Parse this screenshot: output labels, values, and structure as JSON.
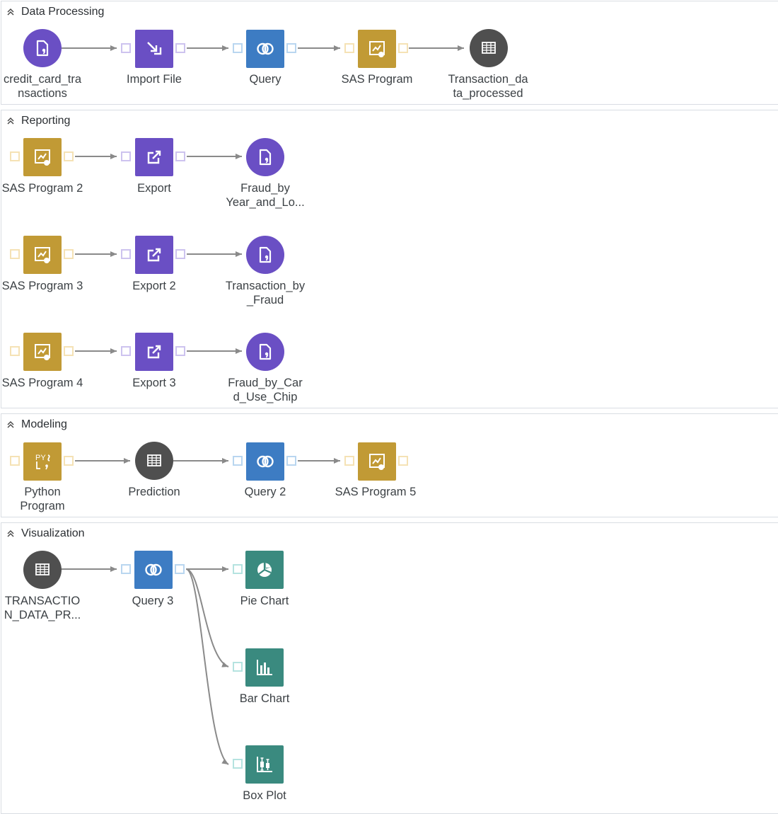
{
  "sections": [
    {
      "title": "Data Processing"
    },
    {
      "title": "Reporting"
    },
    {
      "title": "Modeling"
    },
    {
      "title": "Visualization"
    }
  ],
  "nodes": [
    {
      "label": "credit_card_tra\nnsactions"
    },
    {
      "label": "Import File"
    },
    {
      "label": "Query"
    },
    {
      "label": "SAS Program"
    },
    {
      "label": "Transaction_da\nta_processed"
    },
    {
      "label": "SAS Program 2"
    },
    {
      "label": "Export"
    },
    {
      "label": "Fraud_by\nYear_and_Lo..."
    },
    {
      "label": "SAS Program 3"
    },
    {
      "label": "Export 2"
    },
    {
      "label": "Transaction_by\n_Fraud"
    },
    {
      "label": "SAS Program 4"
    },
    {
      "label": "Export 3"
    },
    {
      "label": "Fraud_by_Car\nd_Use_Chip"
    },
    {
      "label": "Python\nProgram"
    },
    {
      "label": "Prediction"
    },
    {
      "label": "Query 2"
    },
    {
      "label": "SAS Program 5"
    },
    {
      "label": "TRANSACTIO\nN_DATA_PR..."
    },
    {
      "label": "Query 3"
    },
    {
      "label": "Pie Chart"
    },
    {
      "label": "Bar Chart"
    },
    {
      "label": "Box Plot"
    }
  ],
  "icons": {
    "file-icon": "purple circle with document",
    "import-icon": "arrow into box",
    "query-icon": "overlapping circles",
    "sas-program-icon": "runner program",
    "table-icon": "grey table",
    "export-icon": "arrow out of box",
    "python-icon": "PY braces",
    "pie-chart-icon": "pie",
    "bar-chart-icon": "bars",
    "box-plot-icon": "box plot"
  },
  "colors": {
    "purple": "#6a4fc4",
    "gold": "#c19a35",
    "blue": "#3d7cc3",
    "grey": "#4f4f4f",
    "teal": "#3a8a7f",
    "wire": "#8a8a8a"
  }
}
